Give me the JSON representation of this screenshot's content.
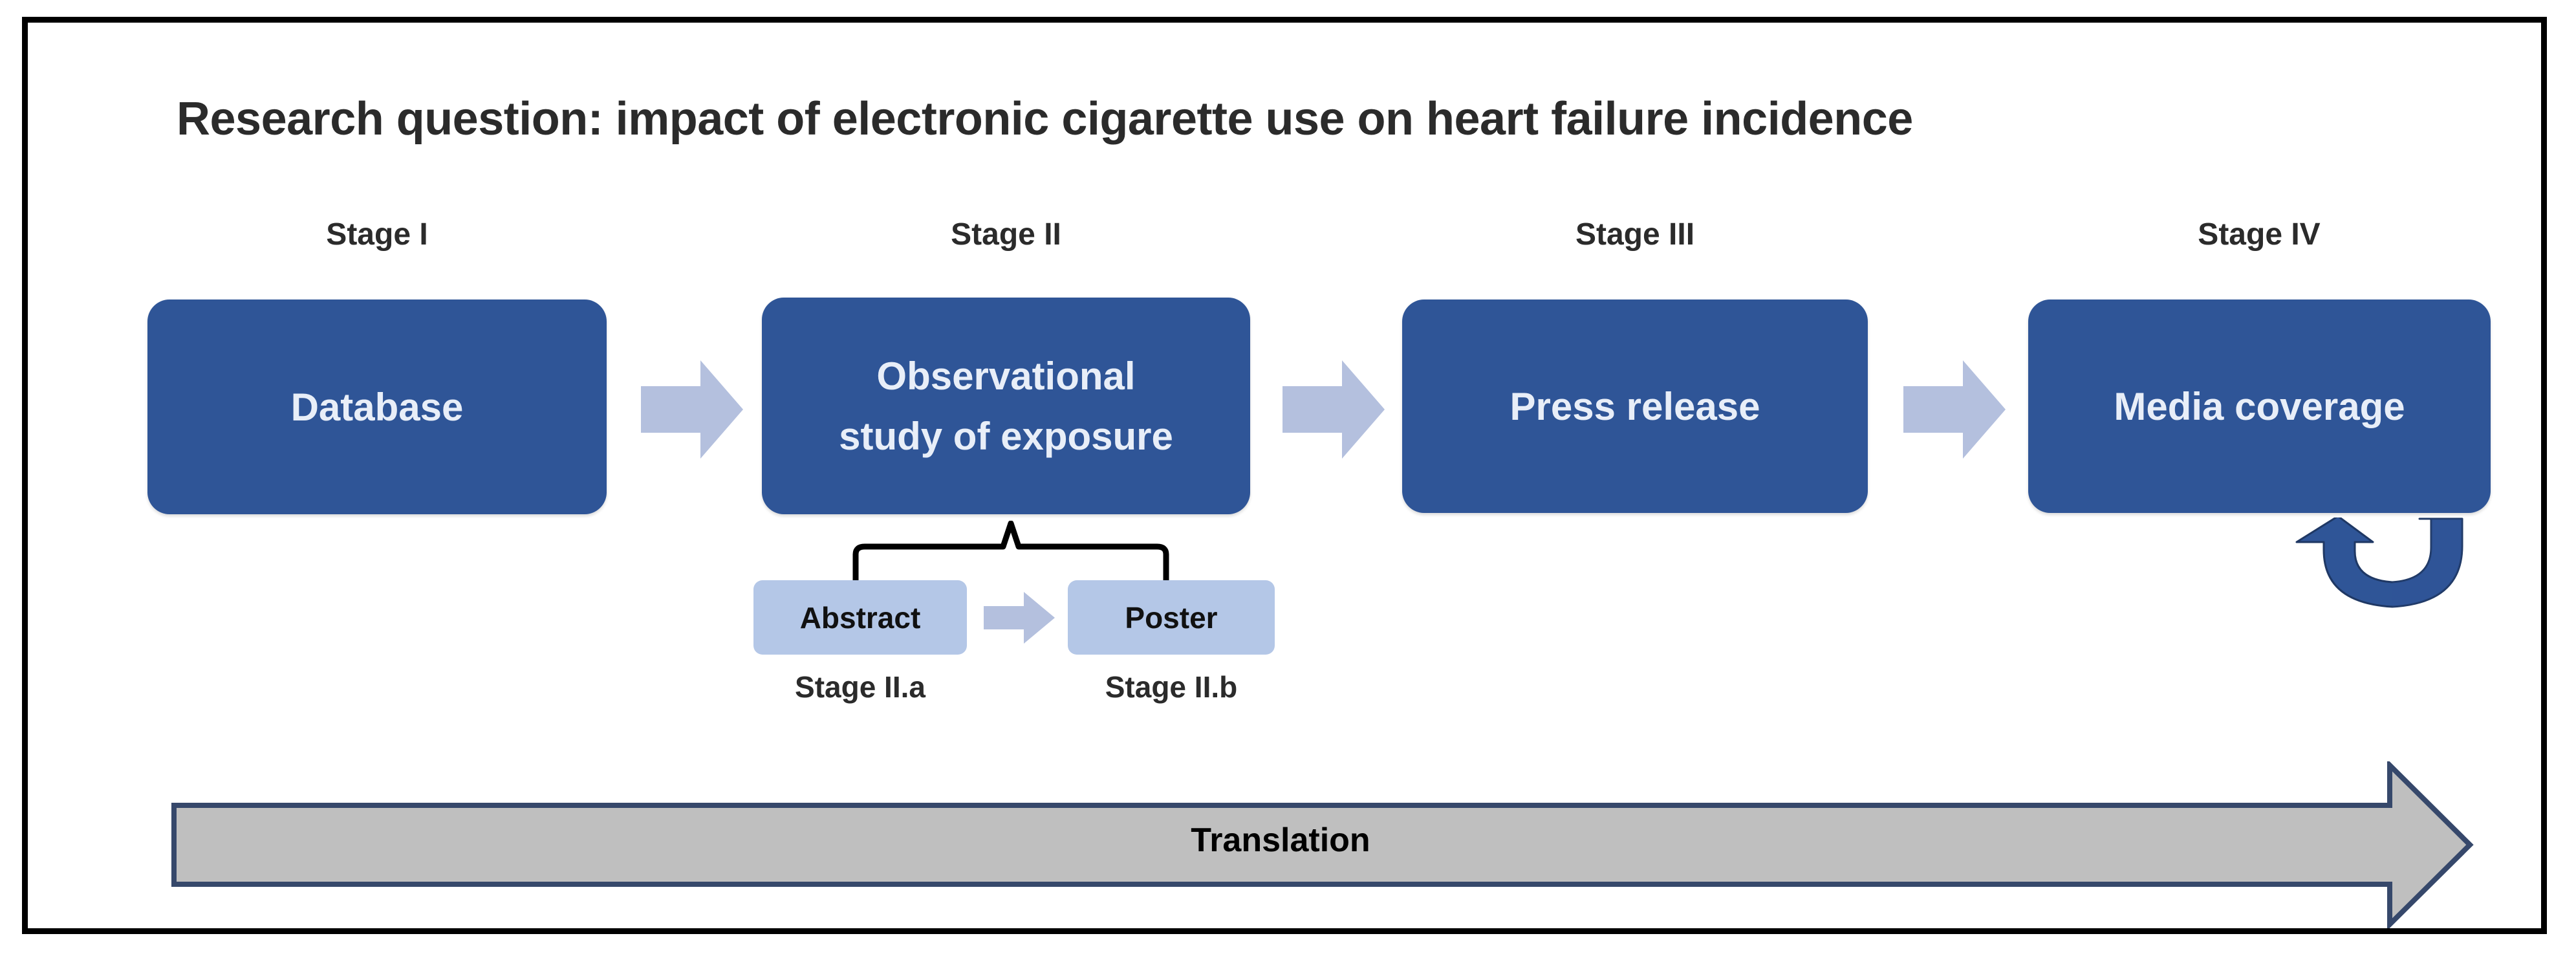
{
  "diagram": {
    "title": "Research question: impact of electronic cigarette use on heart failure incidence",
    "colors": {
      "stage_box_fill": "#2f5597",
      "stage_box_text": "#e8eef8",
      "sub_box_fill": "#b4c7e7",
      "sub_box_text": "#111111",
      "chevron_arrow_fill": "#b4c0de",
      "loop_arrow_fill": "#2f5597",
      "translation_fill": "#bfbfbf",
      "translation_stroke": "#36486b",
      "frame_border": "#000000",
      "label_text": "#2b2b2b",
      "background": "#ffffff"
    },
    "stages": [
      {
        "caption": "Stage I",
        "box_text": "Database"
      },
      {
        "caption": "Stage II",
        "box_line1": "Observational",
        "box_line2": "study of exposure"
      },
      {
        "caption": "Stage III",
        "box_text": "Press release"
      },
      {
        "caption": "Stage IV",
        "box_text": "Media coverage"
      }
    ],
    "substages": [
      {
        "box_text": "Abstract",
        "caption": "Stage II.a"
      },
      {
        "box_text": "Poster",
        "caption": "Stage II.b"
      }
    ],
    "translation": {
      "label": "Translation"
    },
    "icons": {
      "chevron_arrow": "right-block-arrow",
      "loop_arrow": "u-turn-arrow",
      "brace": "curly-brace-up",
      "translation_arrow": "right-banner-arrow"
    }
  }
}
